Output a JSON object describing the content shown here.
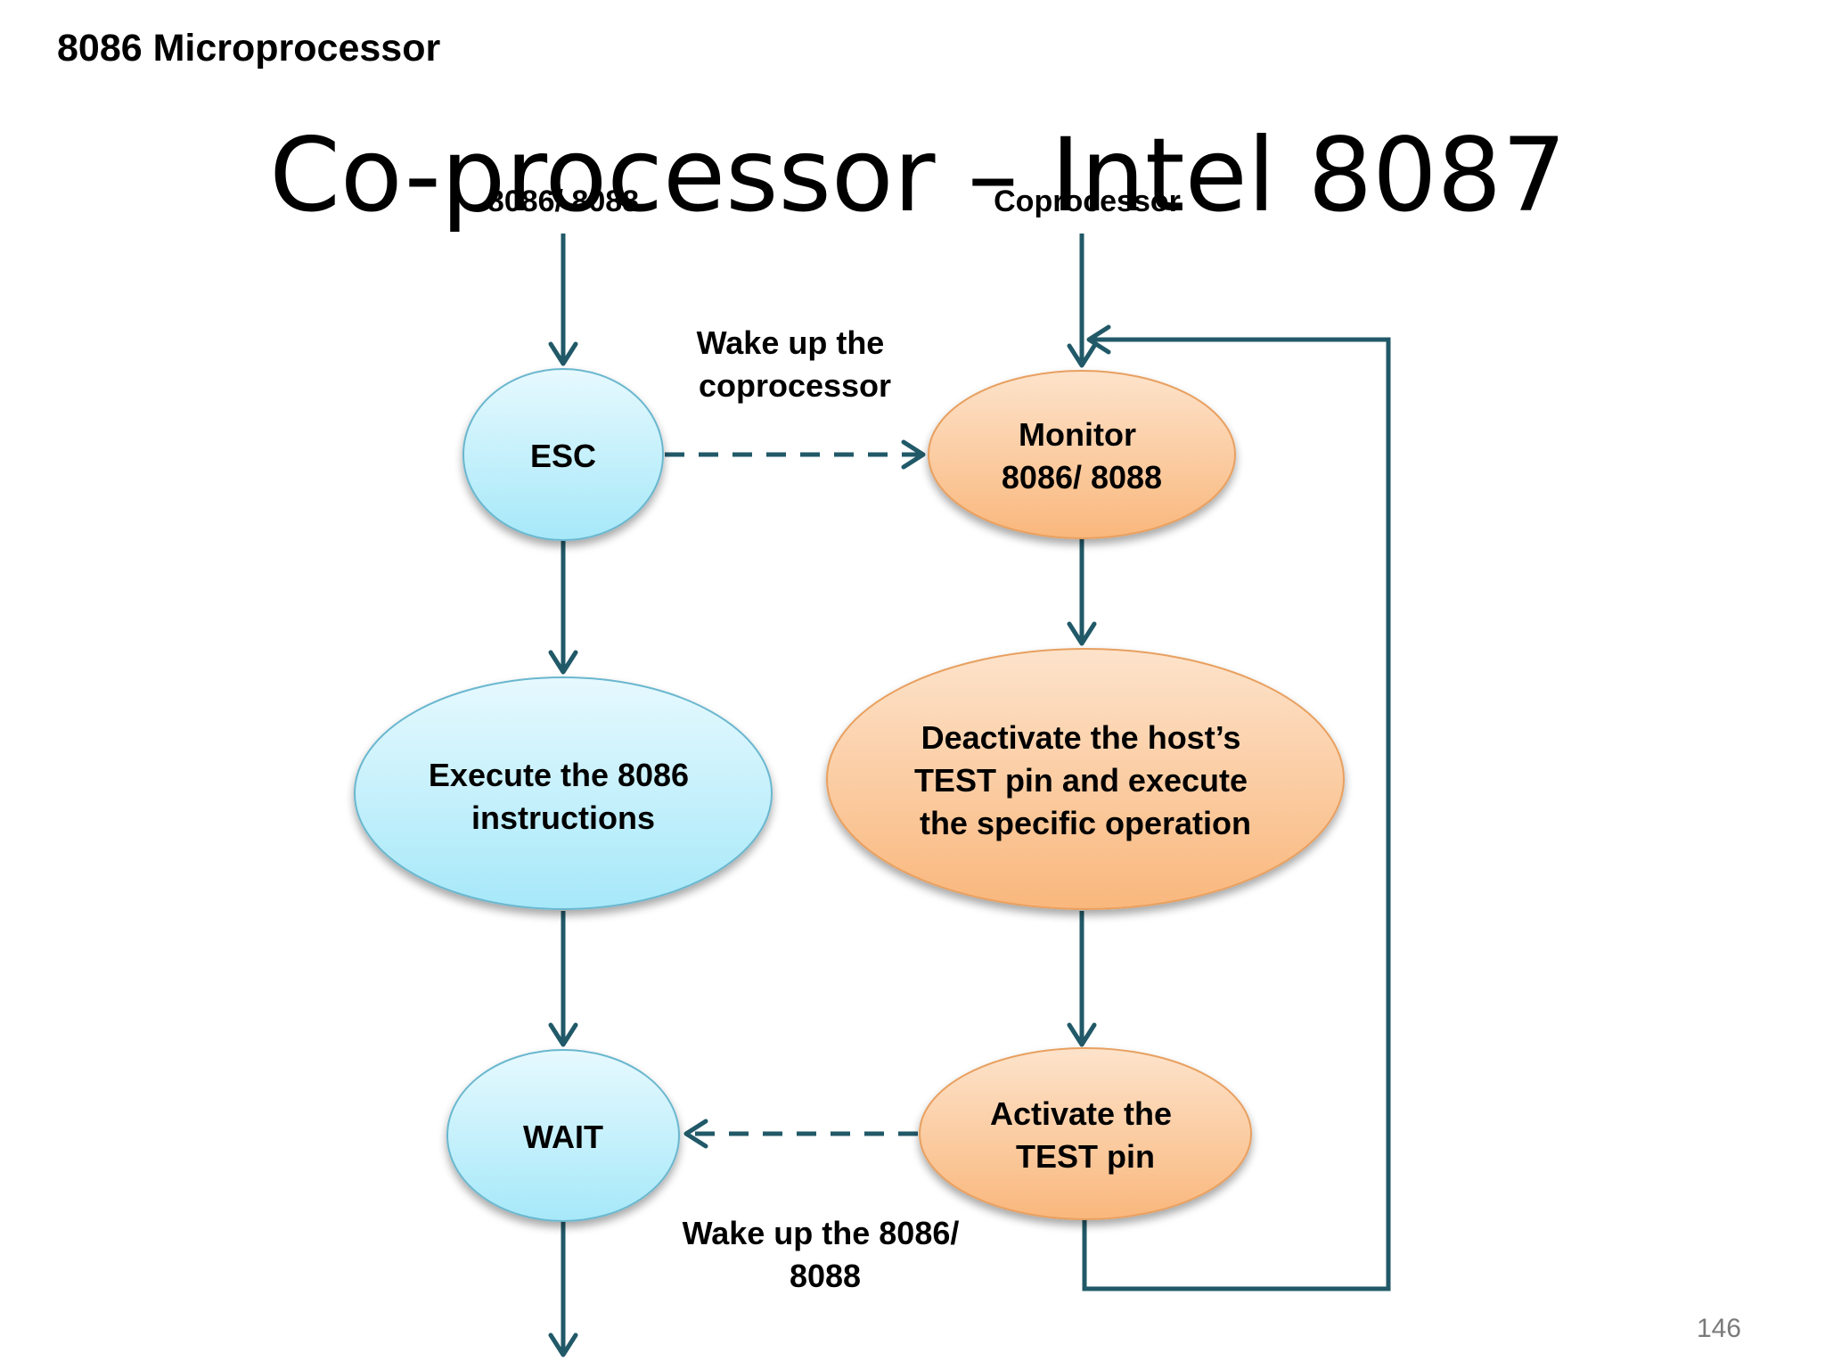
{
  "header": {
    "course_title": "8086 Microprocessor"
  },
  "slide": {
    "title": "Co-processor – Intel 8087",
    "page_number": "146"
  },
  "columns": {
    "left_label": "8086/ 8088",
    "right_label": "Coprocessor"
  },
  "nodes": {
    "esc": {
      "lines": [
        "ESC"
      ]
    },
    "execute": {
      "lines": [
        "Execute the 8086",
        "instructions"
      ]
    },
    "wait": {
      "lines": [
        "WAIT"
      ]
    },
    "monitor": {
      "lines": [
        "Monitor",
        "8086/ 8088"
      ]
    },
    "deactivate": {
      "lines": [
        "Deactivate the host’s",
        "TEST pin and execute",
        "the specific operation"
      ]
    },
    "activate": {
      "lines": [
        "Activate the",
        "TEST pin"
      ]
    }
  },
  "edge_labels": {
    "wake_coprocessor": {
      "lines": [
        "Wake up the",
        "coprocessor"
      ]
    },
    "wake_host": {
      "lines": [
        "Wake up the 8086/",
        "8088"
      ]
    }
  },
  "colors": {
    "host_node_fill": "#b3ecfa",
    "coprocessor_node_fill": "#fbbf8a",
    "connector": "#215968"
  }
}
